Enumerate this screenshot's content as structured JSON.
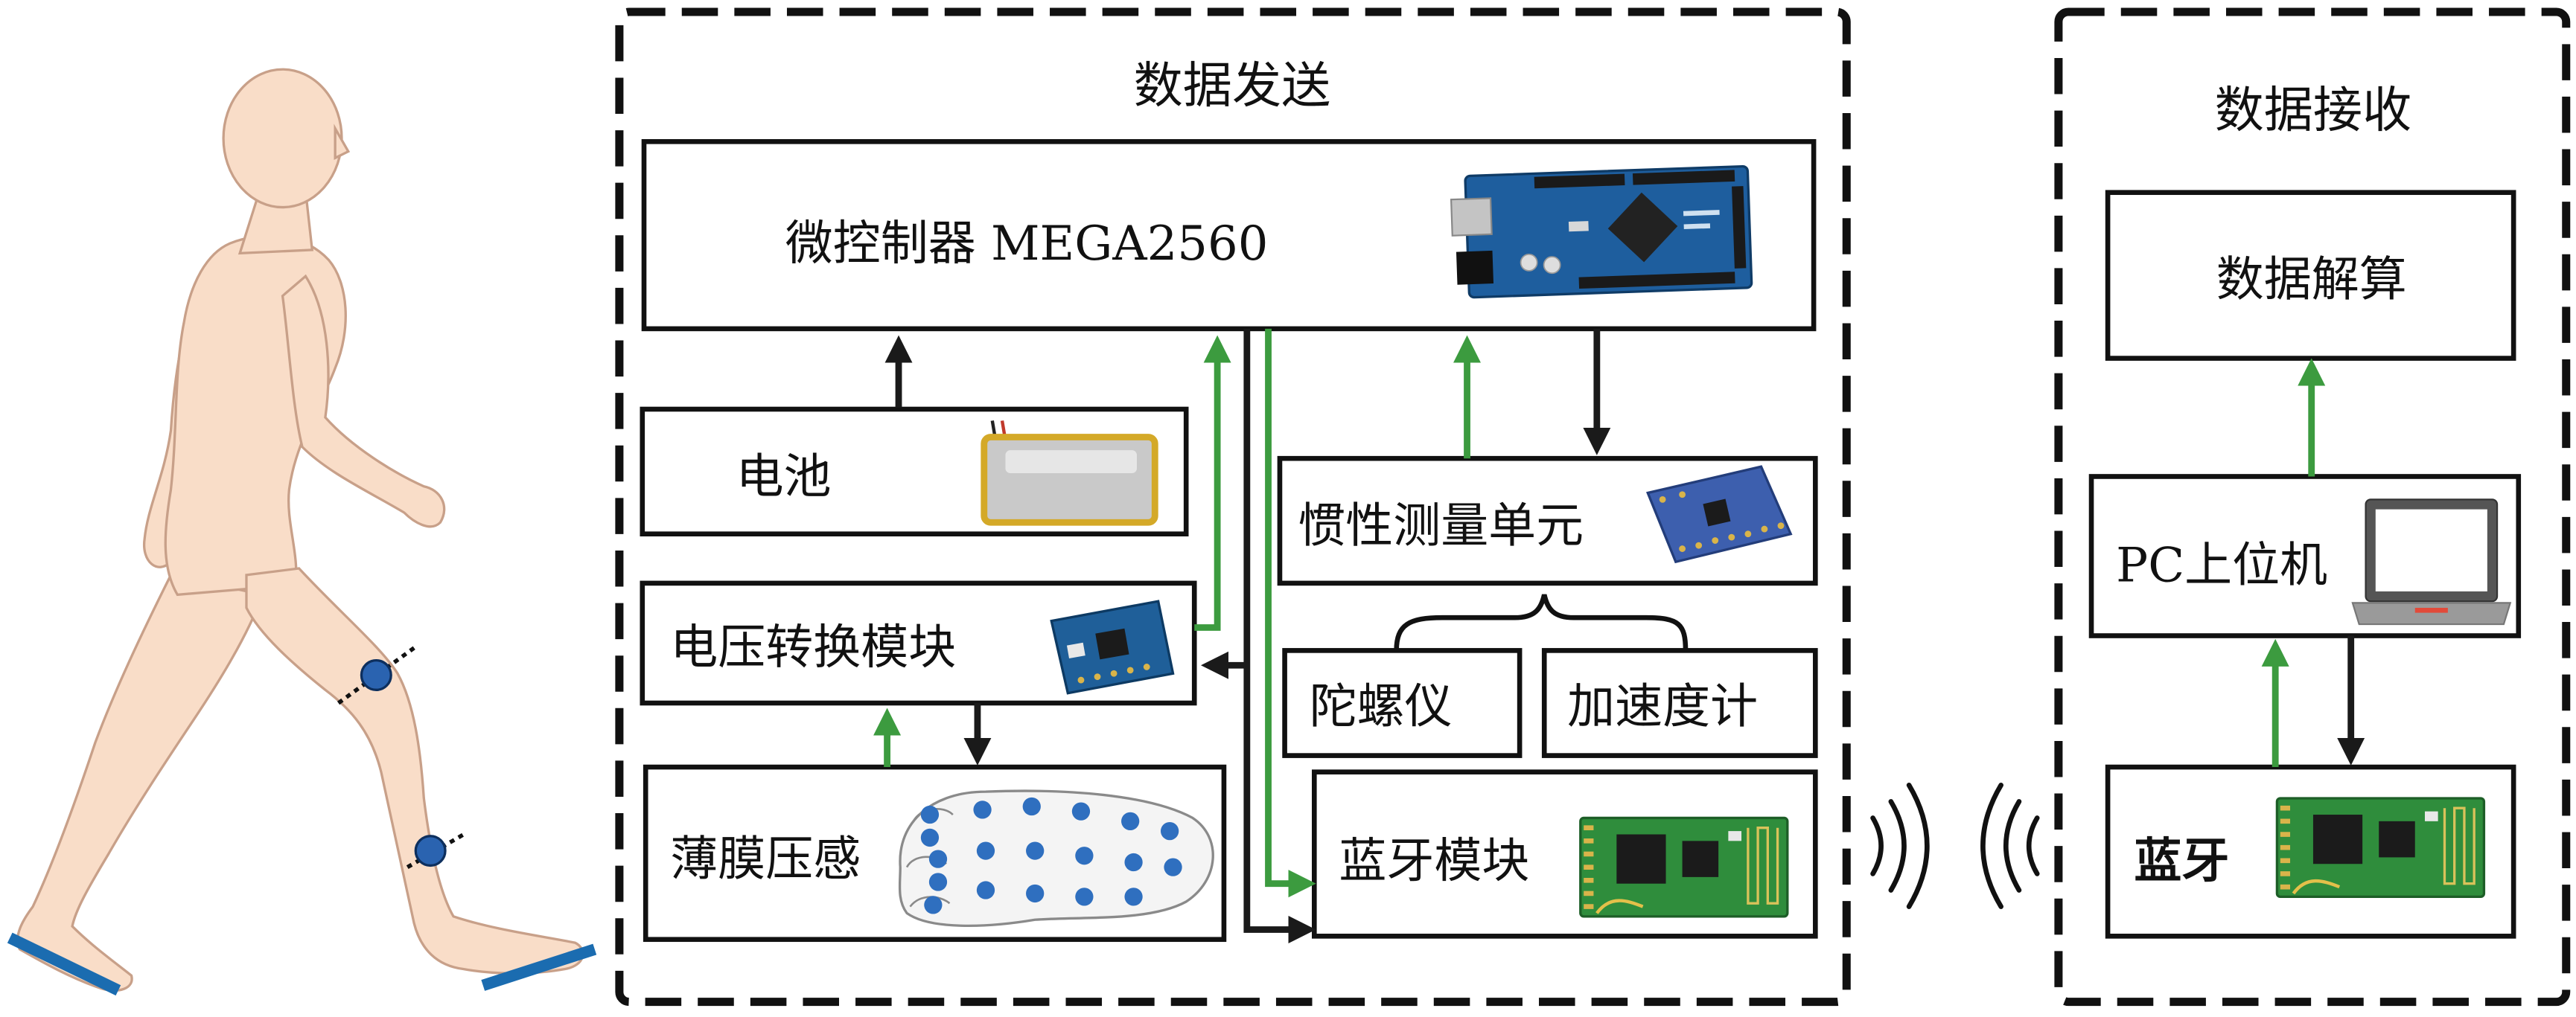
{
  "sender": {
    "title": "数据发送",
    "mcu": "微控制器 MEGA2560",
    "battery": "电池",
    "voltage_converter": "电压转换模块",
    "film_pressure": "薄膜压感",
    "imu": "惯性测量单元",
    "gyroscope": "陀螺仪",
    "accelerometer": "加速度计",
    "bluetooth_module": "蓝牙模块"
  },
  "receiver": {
    "title": "数据接收",
    "solver": "数据解算",
    "pc": "PC上位机",
    "bluetooth": "蓝牙"
  },
  "colors": {
    "data_flow": "#3c9b3f",
    "control_flow": "#1a1a1a",
    "sensor_pad": "#1b6cb0",
    "sensor_node": "#2a63b0",
    "skin": "#f9ddc8"
  },
  "icons": {
    "figure": "walking-person-icon",
    "mcu": "arduino-mega-board-icon",
    "battery": "lipo-battery-icon",
    "voltage_converter": "converter-board-icon",
    "film_pressure": "pressure-insole-icon",
    "imu": "imu-board-icon",
    "bluetooth": "bluetooth-board-icon",
    "pc": "laptop-icon",
    "wireless": "wireless-wave-icon"
  }
}
